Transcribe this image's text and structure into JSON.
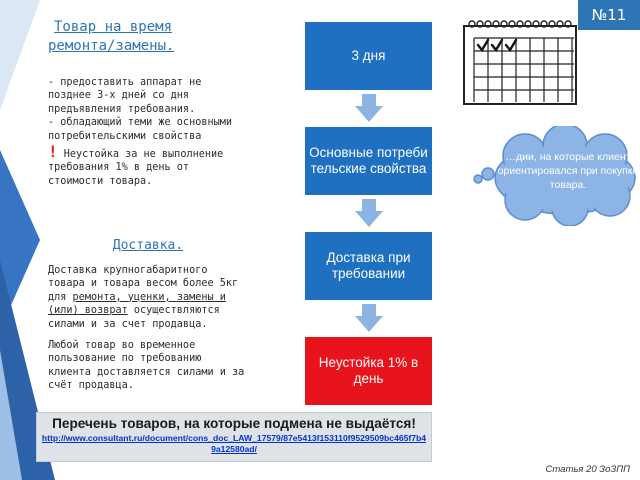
{
  "slide_number": "№11",
  "heading": {
    "line1": "Товар на время",
    "line2": "ремонта/замены."
  },
  "requirements": {
    "line1": "- предоставить аппарат не позднее 3-х дней со дня предъявления требования.",
    "line2": "- обладающий теми же основными потребительскими свойства",
    "warning_mark": "!",
    "warning": "Неустойка за не выполнение требования 1% в день от стоимости товара."
  },
  "delivery": {
    "title": "Доставка.",
    "p1_before": "Доставка крупногабаритного товара и товара весом более 5кг для ",
    "p1_underlined": "ремонта, уценки, замены и (или) возврат",
    "p1_after": " осуществляются силами и за счет продавца.",
    "p2": "Любой товар во временное пользование по требованию клиента доставляется силами и за счёт продавца."
  },
  "flow": {
    "box1": "3 дня",
    "box2": "Основные потребительские свойства",
    "box3": "Доставка при требовании",
    "box4_main": "Неустойка ",
    "box4_pct": "1% в день"
  },
  "cloud_text": "…дии, на которые клиент ориентировался при покупке товара.",
  "banner": {
    "title": "Перечень товаров, на которые подмена не выдаётся!",
    "link": "http://www.consultant.ru/document/cons_doc_LAW_17579/87e5413f153110f9529509bc465f7b49a12580ad/"
  },
  "footer_note": "Статья 20 ЗоЗПП",
  "colors": {
    "accent_blue": "#1f70c1",
    "heading_blue": "#2e75b6",
    "alert_red": "#e8141b",
    "arrow_blue": "#8db3e2",
    "cloud_blue": "#8cb4e4"
  },
  "icons": {
    "calendar": "calendar-checkmarks-icon",
    "arrows": "down-arrow-icon",
    "cloud": "thought-cloud-icon"
  }
}
